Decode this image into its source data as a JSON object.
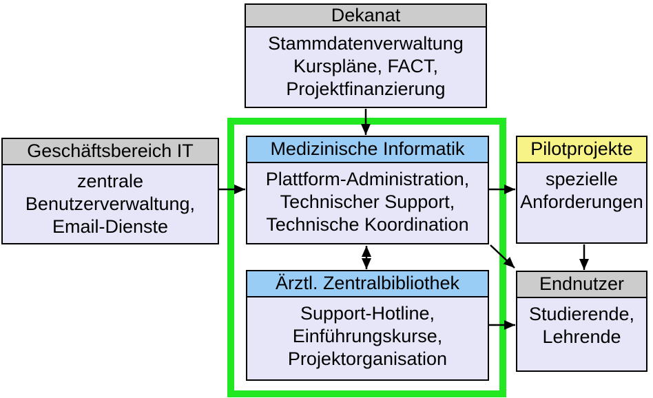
{
  "title": "EDV-Organisationsdiagramm",
  "colors": {
    "canvas_bg": "#ffffff",
    "header_gray": "#cccccc",
    "header_blue": "#9acdf6",
    "header_yellow": "#f7f387",
    "body_lavender": "#e6e6f8",
    "box_border": "#000000",
    "highlight_green": "#22e822",
    "arrow": "#000000"
  },
  "boxes": {
    "dekanat": {
      "header": "Dekanat",
      "body": "Stammdatenverwaltung\nKurspläne, FACT,\nProjektfinanzierung"
    },
    "geschaeftsbereich_it": {
      "header": "Geschäftsbereich IT",
      "body": "zentrale\nBenutzerverwaltung,\nEmail-Dienste"
    },
    "medizinische_informatik": {
      "header": "Medizinische Informatik",
      "body": "Plattform-Administration,\nTechnischer Support,\nTechnische Koordination"
    },
    "aerztl_zentralbibliothek": {
      "header": "Ärztl. Zentralbibliothek",
      "body": "Support-Hotline,\nEinführungskurse,\nProjektorganisation"
    },
    "pilotprojekte": {
      "header": "Pilotprojekte",
      "body": "spezielle\nAnforderungen"
    },
    "endnutzer": {
      "header": "Endnutzer",
      "body": "Studierende,\nLehrende"
    }
  },
  "arrows": [
    {
      "from": "dekanat",
      "to": "medizinische_informatik",
      "direction": "down"
    },
    {
      "from": "geschaeftsbereich_it",
      "to": "medizinische_informatik",
      "direction": "right"
    },
    {
      "from": "medizinische_informatik",
      "to": "pilotprojekte",
      "direction": "right"
    },
    {
      "from": "medizinische_informatik",
      "to": "aerztl_zentralbibliothek",
      "direction": "bidirectional"
    },
    {
      "from": "medizinische_informatik",
      "to": "endnutzer",
      "direction": "diagonal-down-right"
    },
    {
      "from": "pilotprojekte",
      "to": "endnutzer",
      "direction": "down"
    },
    {
      "from": "aerztl_zentralbibliothek",
      "to": "endnutzer",
      "direction": "right"
    }
  ]
}
